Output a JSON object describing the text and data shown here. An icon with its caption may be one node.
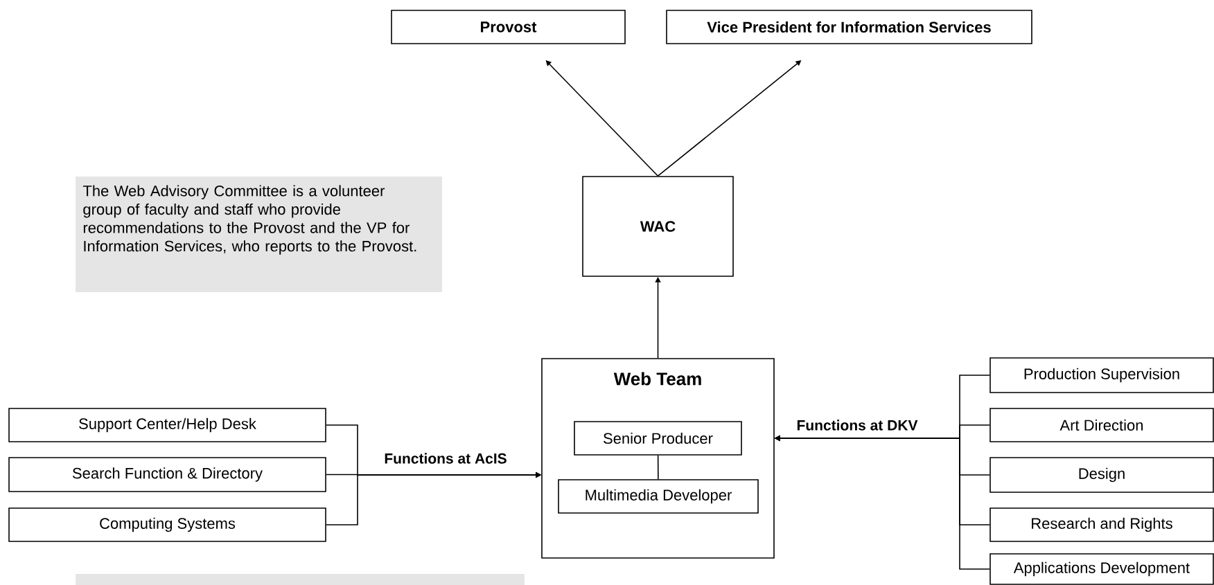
{
  "diagram": {
    "nodes": [
      {
        "text": [
          "Provost"
        ]
      },
      {
        "text": [
          "Vice President for Information Services"
        ]
      },
      {
        "text": [
          "The  Web Advisory Committee is a volunteer group of faculty and staff who provide recommendations to the Provost and the VP for Information Services, who reports to the Provost."
        ]
      },
      {
        "text": [
          "WAC"
        ]
      },
      {
        "text": [
          "Web Team"
        ]
      },
      {
        "text": [
          "Senior Producer"
        ],
        "in": 4
      },
      {
        "text": [
          "Multimedia Developer"
        ],
        "in": 4
      },
      {
        "text": [
          "Support Center/Help Desk"
        ]
      },
      {
        "text": [
          "Search Function & Directory"
        ]
      },
      {
        "text": [
          "Computing Systems"
        ]
      },
      {
        "text": [
          "Production Supervision"
        ]
      },
      {
        "text": [
          "Art Direction"
        ]
      },
      {
        "text": [
          "Design"
        ]
      },
      {
        "text": [
          "Research and Rights"
        ]
      },
      {
        "text": [
          "Applications Development"
        ]
      }
    ],
    "edges": [
      {
        "from": 3,
        "to": 0,
        "arrow": "to"
      },
      {
        "from": 3,
        "to": 1,
        "arrow": "to"
      },
      {
        "from": 4,
        "to": 3,
        "arrow": "to"
      },
      {
        "from": 5,
        "to": 6,
        "arrow": "none"
      },
      {
        "from": 7,
        "to": 4,
        "arrow": "to"
      },
      {
        "from": 8,
        "to": 4,
        "arrow": "to",
        "label": "Functions at AcIS"
      },
      {
        "from": 9,
        "to": 4,
        "arrow": "to"
      },
      {
        "from": 10,
        "to": 4,
        "arrow": "to"
      },
      {
        "from": 11,
        "to": 4,
        "arrow": "to",
        "label": "Functions at DKV"
      },
      {
        "from": 12,
        "to": 4,
        "arrow": "to"
      },
      {
        "from": 13,
        "to": 4,
        "arrow": "to"
      },
      {
        "from": 14,
        "to": 4,
        "arrow": "to"
      }
    ]
  }
}
